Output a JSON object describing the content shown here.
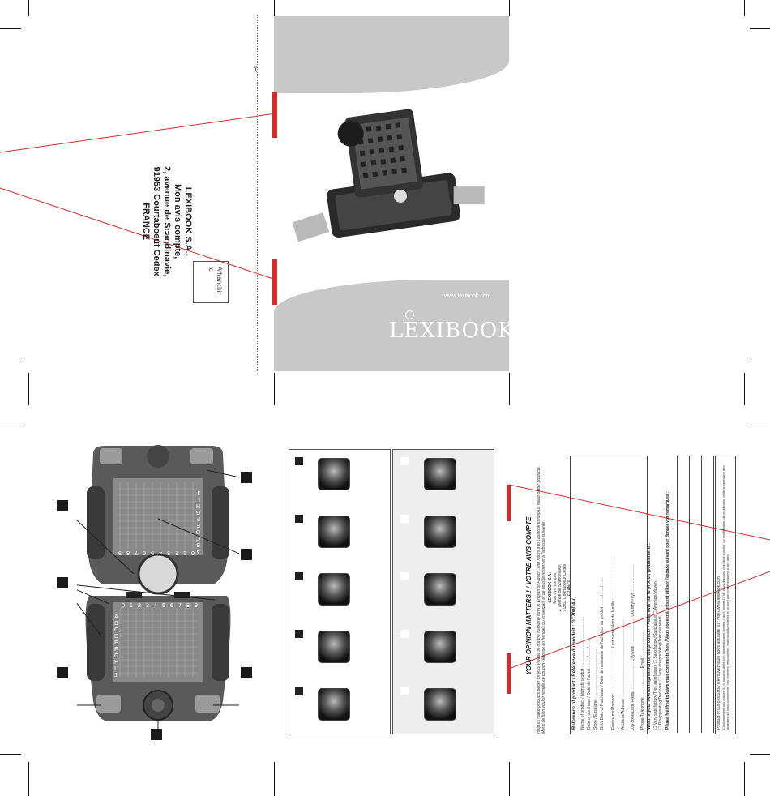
{
  "address": {
    "lines": [
      "LEXIBOOK S.A.,",
      "Mon avis compte,",
      "2, avenue de Scandinavie,",
      "91953 Courtaboeuf Cedex",
      "FRANCE"
    ]
  },
  "stamp": {
    "lines": [
      "Affranchir",
      "ici"
    ]
  },
  "cut_icon": "scissors-icon",
  "cover": {
    "brand": "LEXIBOOK",
    "registered": "®",
    "url": "www.lexibook.com",
    "accent_color": "#d62b2b",
    "panel_color": "#c8c8c8"
  },
  "board": {
    "top_numbers": [
      "0",
      "1",
      "2",
      "3",
      "4",
      "5",
      "6",
      "7",
      "8",
      "9"
    ],
    "top_letters": [
      "A",
      "B",
      "C",
      "D",
      "E",
      "F",
      "G",
      "H",
      "I",
      "J"
    ],
    "bottom_numbers": [
      "0",
      "1",
      "2",
      "3",
      "4",
      "5",
      "6",
      "7",
      "8",
      "9"
    ],
    "bottom_letters": [
      "A",
      "B",
      "C",
      "D",
      "E",
      "F",
      "G",
      "H",
      "I",
      "J"
    ]
  },
  "heroes": {
    "count": 5
  },
  "form": {
    "title": "YOUR OPINION MATTERS ! / VOTRE AVIS COMPTE",
    "intro": "Help us make products better for you! Please fill out the following form in English or French, and return it to Lexibook to help us make better products. Merci de bien vouloir remplir ce coupon-réponse en français ou en anglais et de nous le retourner à l'adresse suivante :",
    "address_lines": [
      "LEXIBOOK S.A.",
      "Mon avis compte,",
      "2, avenue de Scandinavie,",
      "91953 Courtaboeuf Cedex",
      "FRANCE"
    ],
    "reference": "Reference of product / Référence du produit : GT700DAV",
    "fields": [
      "Name of product / Nom du produit : ...........................................",
      "Date of purchase / Date de l'achat : ......./......./.......",
      "Store / Enseigne : ...........................................",
      "Birth Date of Purchaser / Date de naissance de l'acheteur du produit : ......./......./.......",
      "First name/Prénom : ......................................  Last name/Nom de famille : ......................................",
      "Address/Adresse : ...................................................................",
      "Zip code/Code Postal : ......................  City/Ville : ......................  Country/Pays : ......................",
      "Phone/Téléphone : ......................  Email : ......................"
    ],
    "question": "What is your overall impression of the product? / Votre avis sur le produit globalement :",
    "options": [
      "Very satisfactory/Très satisfaisant",
      "Satisfactory/Satisfaisant",
      "Average/Moyen",
      "Disappointing/Décevant",
      "Very disappointing/Très décevant"
    ],
    "comments_label": "Please feel free to leave your comments here / Vous pouvez à présent utiliser l'espace suivant pour donner vos remarques :",
    "footer1": "Product of our products / Retrouvez toute notre actualité sur: http://www.lexibook.com",
    "footer2": "Conformément aux articles 34 et suivants de la loi « informatique et libertés » du 6 janvier 1978, vous disposez d'un droit d'accès, de modification, de rectification et de suppression des données qui vous concernent. Vos données personnelles restent confidentielles et ne sont pas communiquées à des tiers."
  }
}
